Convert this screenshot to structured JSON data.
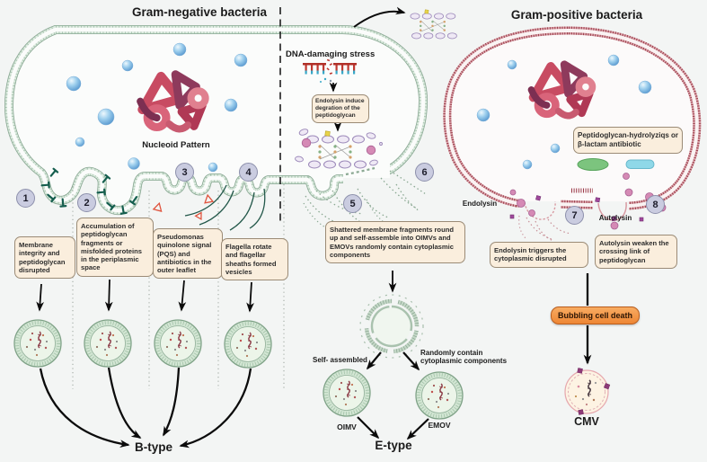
{
  "titles": {
    "gram_negative": "Gram-negative bacteria",
    "gram_positive": "Gram-positive bacteria"
  },
  "labels": {
    "nucleoid_pattern": "Nucleoid Pattern",
    "dna_damaging_stress": "DNA-damaging stress",
    "endolysin": "Endolysin",
    "autolysin": "Autolysin",
    "self_assembled": "Self- assembled",
    "randomly_contain": "Randomly contain cytoplasmic components",
    "oimv": "OIMV",
    "emov": "EMOV",
    "cmv": "CMV",
    "b_type": "B-type",
    "e_type": "E-type",
    "bubbling_cell_death": "Bubbling cell death"
  },
  "notes": {
    "step1": "Membrane integrity and peptidoglycan disrupted",
    "step2": "Accumulation of peptidoglycan fragments or misfolded proteins in the periplasmic space",
    "step3": "Pseudomonas quinolone signal (PQS) and antibiotics in the outer leaflet",
    "step4": "Flagella rotate and flagellar sheaths formed vesicles",
    "step5": "Shattered membrane fragments round up and self-assemble into OIMVs and EMOVs randomly contain cytoplasmic components",
    "endolysin_induce": "Endolysin induce degration of the peptidoglycan",
    "peptidoglycan_hydrolyziqs": "Peptidoglycan-hydrolyziqs or β-lactam antibiotic",
    "step7": "Endolysin triggers the cytoplasmic disrupted",
    "step8": "Autolysin weaken the crossing link of peptidoglycan"
  },
  "step_numbers": [
    "1",
    "2",
    "3",
    "4",
    "5",
    "6",
    "7",
    "8"
  ],
  "colors": {
    "background": "#f3f5f4",
    "note_background": "#faeedd",
    "note_border": "#9b8b76",
    "number_badge": "#cacce0",
    "membrane_green": "#87a691",
    "wall_red": "#993b49",
    "orange_accent": "#ee8634",
    "sphere_blue": "#5898cf",
    "nucleoid_pink": "#c84b62"
  }
}
